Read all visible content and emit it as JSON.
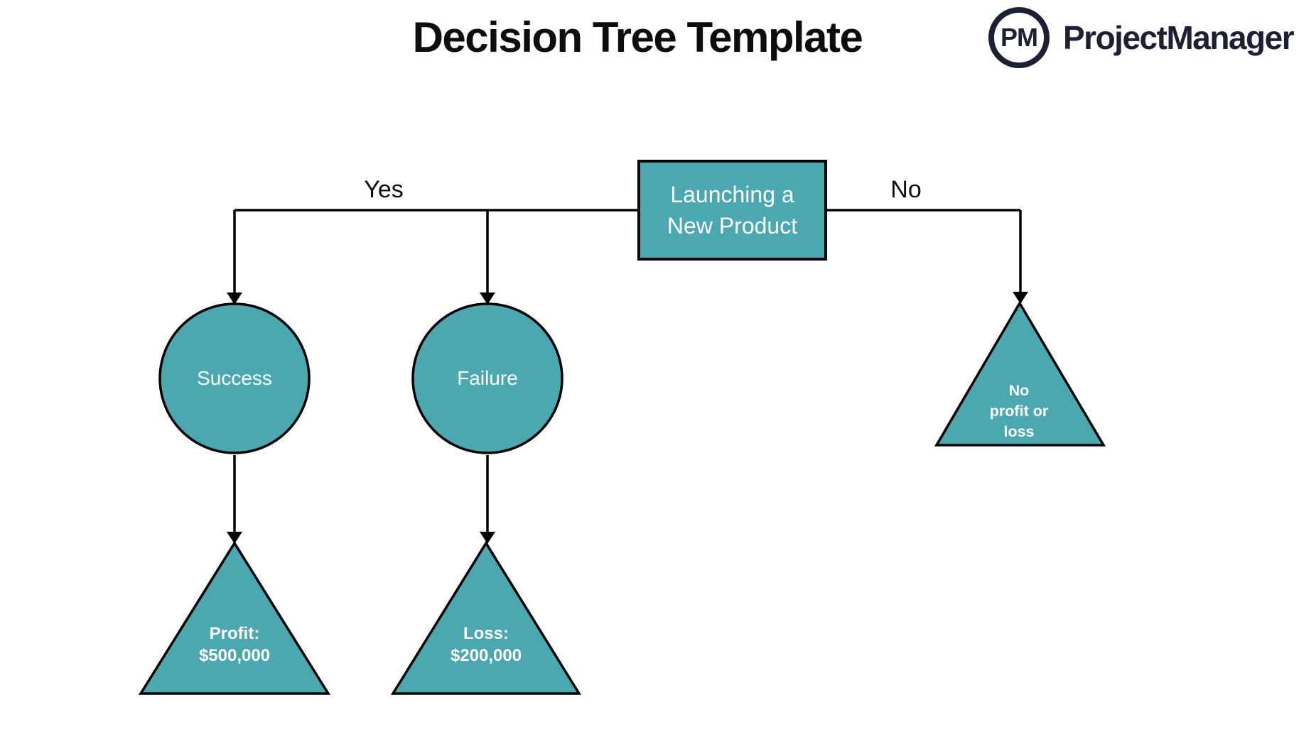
{
  "title": "Decision Tree Template",
  "logo": {
    "monogram": "PM",
    "brand": "ProjectManager"
  },
  "colors": {
    "shape_fill_teal": "#4ba7b0",
    "shape_border": "#000000",
    "connector": "#000000",
    "logo_navy": "#1b2032",
    "text_on_shape": "#ffffff",
    "title_text": "#0d0d0d"
  },
  "diagram": {
    "root": {
      "line1": "Launching a",
      "line2": "New Product"
    },
    "edges": {
      "yes": "Yes",
      "no": "No"
    },
    "chance_nodes": {
      "success": "Success",
      "failure": "Failure"
    },
    "outcomes": {
      "profit": {
        "line1": "Profit:",
        "line2": "$500,000"
      },
      "loss": {
        "line1": "Loss:",
        "line2": "$200,000"
      },
      "no_profit": {
        "line1": "No",
        "line2": "profit or",
        "line3": "loss"
      }
    }
  }
}
